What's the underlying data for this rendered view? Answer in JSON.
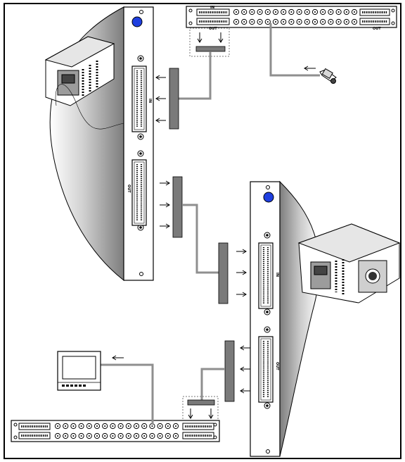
{
  "labels": {
    "top_patch_in": "IN",
    "top_patch_out": "OUT",
    "upper_card_in": "IN",
    "upper_card_out": "OUT",
    "lower_card_in": "IN",
    "lower_card_out": "OUT"
  },
  "colors": {
    "card_face": "#ffffff",
    "fold_dark": "#8a8a8a",
    "fold_light": "#ffffff",
    "cable": "#8f8f8f",
    "splitter": "#7a7a7a",
    "led": "#1f3fe0",
    "outline": "#000000"
  },
  "icons": [
    "camera-icon",
    "monitor-icon",
    "chassis-icon",
    "patch-panel-icon",
    "breakout-cable-icon",
    "arrow-icon"
  ]
}
